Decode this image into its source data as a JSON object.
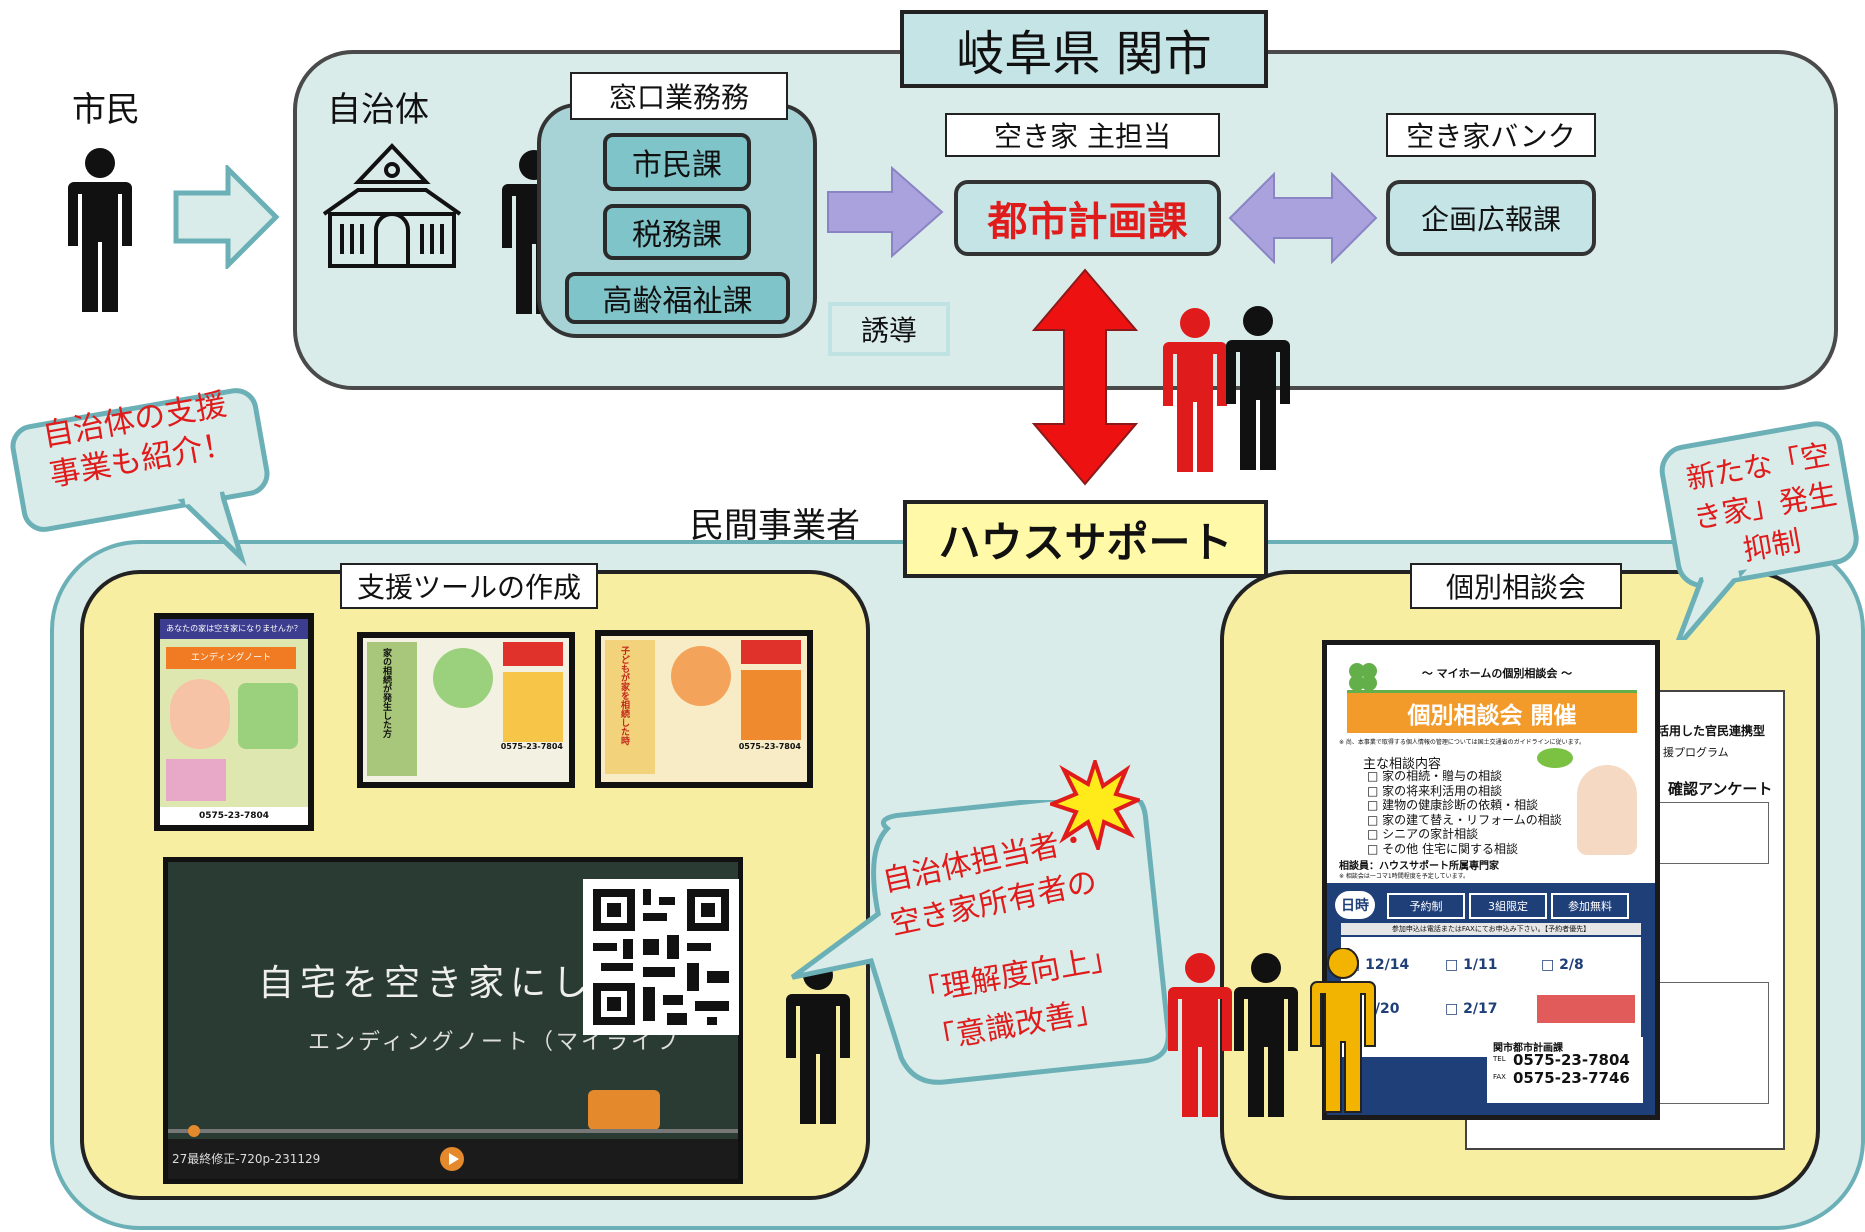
{
  "header": {
    "title": "岐阜県 関市"
  },
  "labels": {
    "citizen": "市民",
    "municipality": "自治体",
    "window_work": "窓口業務務",
    "akiya_main": "空き家 主担当",
    "akiya_bank": "空き家バンク",
    "guidance": "誘導",
    "private_business": "民間事業者",
    "house_support": "ハウスサポート",
    "support_tools": "支援ツールの作成",
    "individual_consult": "個別相談会"
  },
  "departments": {
    "shimin": "市民課",
    "zeimu": "税務課",
    "koureifukushi": "高齢福祉課",
    "toshikeikaku": "都市計画課",
    "kikakukouhou": "企画広報課"
  },
  "bubbles": {
    "left": "自治体の支援事業も紹介！",
    "right_top": "新たな「空き家」発生抑制",
    "center_line1": "自治体担当者・",
    "center_line2": "空き家所有者の",
    "center_line3": "「理解度向上」",
    "center_line4": "「意識改善」"
  },
  "video": {
    "line1": "自宅を空き家にしない",
    "line2": "エンディングノート（マイライフ",
    "footer": "27最終修正-720p-231129"
  },
  "flyer": {
    "header": "～ マイホームの個別相談会 ～",
    "title": "個別相談会 開催",
    "note": "※ 尚、本事業で取得する個人情報の管理については国土交通省のガイドラインに従います。",
    "contents_title": "主な相談内容",
    "items": [
      "□ 家の相続・贈与の相談",
      "□ 家の将来利活用の相談",
      "□ 建物の健康診断の依頼・相談",
      "□ 家の建て替え・リフォームの相談",
      "□ シニアの家計相談",
      "□ その他 住宅に関する相談"
    ],
    "consultant": "相談員：ハウスサポート所属専門家",
    "note2": "※ 相談会は一コマ1時間程度を予定しています。",
    "date_label": "日時",
    "badges": [
      "予約制",
      "3組限定",
      "参加無料"
    ],
    "apply": "参加申込は電話またはFAXにてお申込み下さい。【予約者優先】",
    "dates": [
      "□ 12/14",
      "□ 1/11",
      "□ 2/8",
      "□ 1/20",
      "□ 2/17"
    ],
    "section": "関市都市計画課",
    "tel": "0575-23-7804",
    "fax": "0575-23-7746",
    "tel_label": "TEL",
    "fax_label": "FAX"
  },
  "paper2": {
    "line1": "活用した官民連携型",
    "line2": "援プログラム",
    "line3": "」確認アンケート"
  },
  "thumbs": {
    "t1_head": "あなたの家は空き家になりませんか？",
    "t1_sub": "エンディングノート",
    "t1_foot": "0575-23-7804",
    "t2_head": "家の相続が発生した方",
    "t2_foot": "0575-23-7804",
    "t3_head": "子どもが家を相続した時",
    "t3_foot": "0575-23-7804"
  },
  "colors": {
    "panel_teal": "#d9ecea",
    "dept_teal": "#7ec4c8",
    "accent_red": "#e01b1b",
    "yellow": "#f8eea2",
    "arrow_purple": "#a9a2dc",
    "house_support_yellow": "#fff9a8"
  },
  "icons": [
    "person-icon",
    "city-hall-icon",
    "arrow-right-icon",
    "double-arrow-icon",
    "vertical-double-arrow-icon",
    "qr-code-icon",
    "explosion-icon",
    "clover-icon",
    "leaf-icon"
  ]
}
